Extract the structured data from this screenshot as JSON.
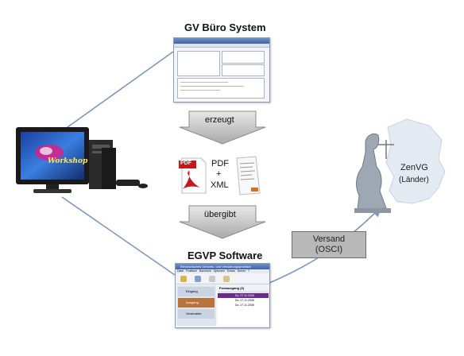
{
  "gv_system": {
    "title": "GV Büro System"
  },
  "step1": {
    "label": "erzeugt"
  },
  "docs": {
    "pdf_badge": "PDF",
    "line1": "PDF",
    "line2": "+",
    "line3": "XML"
  },
  "step2": {
    "label": "übergibt"
  },
  "egvp": {
    "title": "EGVP Software",
    "window_title": "Elektronisches Gerichts- und Verwaltungspostfach",
    "menu": [
      "Datei",
      "Postfach",
      "Nachricht",
      "Optionen",
      "Extras",
      "Server",
      "?"
    ],
    "sidebar": [
      "Eingang",
      "Ausgang",
      "Gesendete"
    ],
    "folder_header": "Postausgang (3)",
    "rows": [
      "Do, 27.11.2008",
      "Do, 27.11.2008",
      "Do, 27.11.2008"
    ]
  },
  "versand": {
    "line1": "Versand",
    "line2": "(OSCI)"
  },
  "zenvg": {
    "title": "ZenVG",
    "subtitle": "(Länder)"
  },
  "computer": {
    "logo": "Workshop"
  },
  "colors": {
    "connector": "#7d97bf",
    "arrow_fill": "#c9c9c9",
    "versand_fill": "#b8b8b8"
  }
}
